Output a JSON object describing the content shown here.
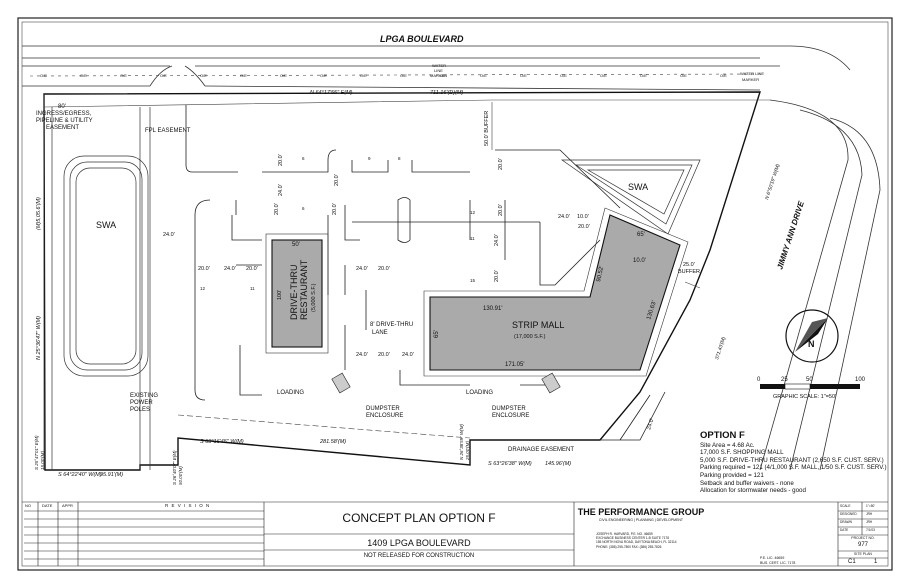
{
  "streets": {
    "north": "LPGA BOULEVARD",
    "east": "JIMMY ANN DRIVE"
  },
  "bearings": {
    "north_line": "N 64°17'55\" E(M)",
    "north_dist": "711.16'(D)(M)",
    "east_line": "N 6°50'19\" W(M)",
    "east_dist": "371.43'(M)",
    "south_line_1": "S 63°16'45\" W(M)",
    "south_dist_1": "281.58'(M)",
    "south_line_2": "S 63°26'38\" W(M)",
    "south_dist_2": "145.96'(M)",
    "south_line_3": "S 64°22'40\" W(M)",
    "south_dist_3": "95.91'(M)",
    "west_line": "N 25°36'47\" W(M)",
    "west_dist": "(M)5,05.6'(M)",
    "jog_1": "N 26°38'59\" W(M)",
    "jog_1_dist": "25.00'(M)",
    "jog_2": "S 26°40'07\" E(M)",
    "jog_2_dist": "50.00'(M)",
    "jog_3": "S 25°47'01\" E(M)",
    "jog_3_dist": "15.00'(M)"
  },
  "labels": {
    "ingress": [
      "80'",
      "INGRESS/EGRESS,",
      "PIPELINE & UTILITY",
      "EASEMENT"
    ],
    "fpl": "FPL EASEMENT",
    "buffer_50": "50.0' BUFFER",
    "buffer_25": [
      "25.0'",
      "BUFFER"
    ],
    "swa": "SWA",
    "water_marker_1": [
      "WATER",
      "LINE",
      "MARKER"
    ],
    "water_marker_2": [
      "WATER LINE",
      "MARKER"
    ],
    "restaurant_title": [
      "DRIVE-THRU",
      "RESTAURANT"
    ],
    "restaurant_area": "(5,000 S.F.)",
    "restaurant_w": "50'",
    "restaurant_h": "100'",
    "mall_title": "STRIP MALL",
    "mall_area": "(17,000 S.F.)",
    "mall_dims": [
      "130.91'",
      "171.05'",
      "65'",
      "65'",
      "90.52'",
      "130.63'",
      "10.0'"
    ],
    "drive_thru_lane": [
      "8' DRIVE-THRU",
      "LANE"
    ],
    "loading": "LOADING",
    "dumpster": [
      "DUMPSTER",
      "ENCLOSURE"
    ],
    "power_poles": [
      "EXISTING",
      "POWER",
      "POLES"
    ],
    "drainage": "DRAINAGE EASEMENT",
    "ohe": "O/E",
    "dims": [
      "24.0'",
      "20.0'",
      "24.0'",
      "20.0'",
      "20.0'",
      "20.0'",
      "24.0'",
      "20.0'",
      "20.0'",
      "24.0'",
      "20.0'",
      "24.0'",
      "20.0'",
      "24.0'",
      "20.0'",
      "20.0'",
      "24.0'",
      "20.0'",
      "10.0'",
      "20.0'",
      "24.0'",
      "24.0'"
    ],
    "stall_counts": [
      "9",
      "6",
      "12",
      "11",
      "11",
      "12",
      "15",
      "8",
      "6"
    ]
  },
  "scale": {
    "ticks": [
      "0",
      "25",
      "50",
      "100"
    ],
    "text": "GRAPHIC SCALE: 1\"=50'"
  },
  "compass": "N",
  "option": {
    "title": "OPTION F",
    "lines": [
      "Site Area = 4.68 Ac.",
      "17,000 S.F. SHOPPING MALL",
      "5,000 S.F. DRIVE-THRU RESTAURANT (2,650 S.F. CUST. SERV.)",
      "Parking required = 121 (4/1,000 S.F. MALL, 1/50 S.F. CUST. SERV.)",
      "Parking provided = 121",
      "Setback and buffer waivers - none",
      "Allocation for stormwater needs - good"
    ]
  },
  "title_block": {
    "rev_headers": [
      "NO",
      "DATE",
      "APPR"
    ],
    "revision": "R E V I S I O N",
    "plan_title": "CONCEPT PLAN OPTION F",
    "address": "1409 LPGA BOULEVARD",
    "note": "NOT RELEASED FOR CONSTRUCTION",
    "firm": "THE PERFORMANCE GROUP",
    "firm_sub": "CIVIL ENGINEERING | PLANNING | DEVELOPMENT",
    "firm_addr": [
      "JOSEPH R. HARVARD, P.E. NO. 46659",
      "EXCHANGE BUSINESS CENTER 1-B SUITE 7178",
      "155 NORTH NOVA ROAD, DAYTONA BEACH, FL 32114",
      "PHONE: (386) 255-7800 FAX: (386) 255-7826"
    ],
    "pe": [
      "P.E. LIC. 46659",
      "BUS. CERT. LIC. 7178"
    ],
    "side_labels": [
      "SCALE",
      "DESIGNED",
      "DRAWN",
      "DATE"
    ],
    "side_values": [
      "1\"=50'",
      "JRH",
      "JRH",
      "7/1/03"
    ],
    "project_label": "PROJECT NO.",
    "project_no": "977",
    "sheet_label": "SITE PLAN",
    "sheet": "C1",
    "sheet_of": "1"
  }
}
